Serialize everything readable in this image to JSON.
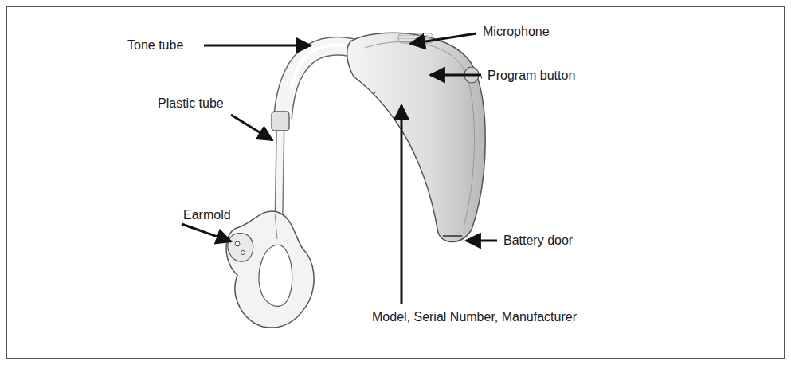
{
  "diagram": {
    "labels": [
      "Tone tube",
      "Microphone",
      "Program button",
      "Plastic tube",
      "Earmold",
      "Battery door",
      "Model, Serial Number, Manufacturer"
    ]
  }
}
